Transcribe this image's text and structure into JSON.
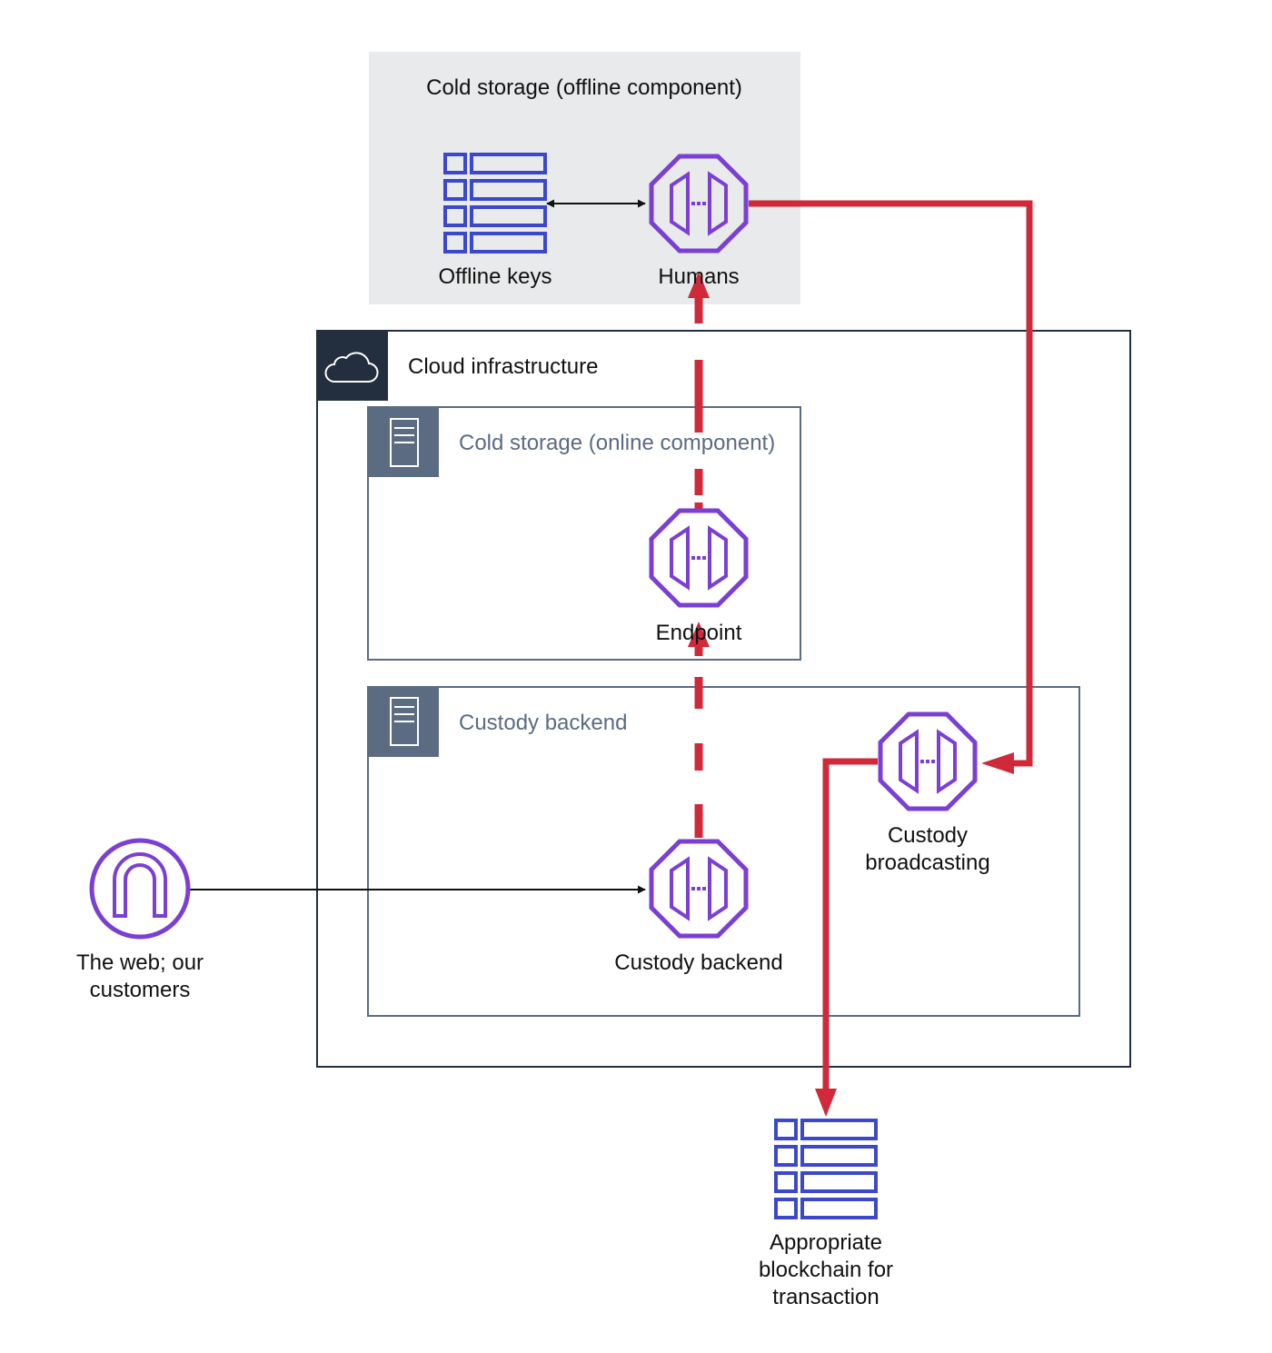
{
  "groups": {
    "offline": {
      "label": "Cold storage (offline component)",
      "fill": "#e9eaeb"
    },
    "cloud": {
      "label": "Cloud infrastructure",
      "border": "#232f3e"
    },
    "online": {
      "label": "Cold storage (online component)",
      "border": "#5b6b82"
    },
    "custody": {
      "label": "Custody backend",
      "border": "#5b6b82"
    }
  },
  "nodes": {
    "offline_keys": {
      "label": "Offline keys",
      "icon": "table-icon"
    },
    "humans": {
      "label": "Humans",
      "icon": "endpoint-icon"
    },
    "endpoint": {
      "label": "Endpoint",
      "icon": "endpoint-icon"
    },
    "custody_backend": {
      "label": "Custody backend",
      "icon": "endpoint-icon"
    },
    "custody_broadcasting": {
      "line1": "Custody",
      "line2": "broadcasting",
      "icon": "endpoint-icon"
    },
    "web": {
      "line1": "The web; our",
      "line2": "customers",
      "icon": "internet-gateway-icon"
    },
    "blockchain": {
      "line1": "Appropriate",
      "line2": "blockchain for",
      "line3": "transaction",
      "icon": "table-icon"
    }
  },
  "colors": {
    "flow": "#d0293a",
    "endpoint_icon": "#7b3fd4",
    "table_icon": "#3b48cc",
    "connector": "#111111"
  }
}
